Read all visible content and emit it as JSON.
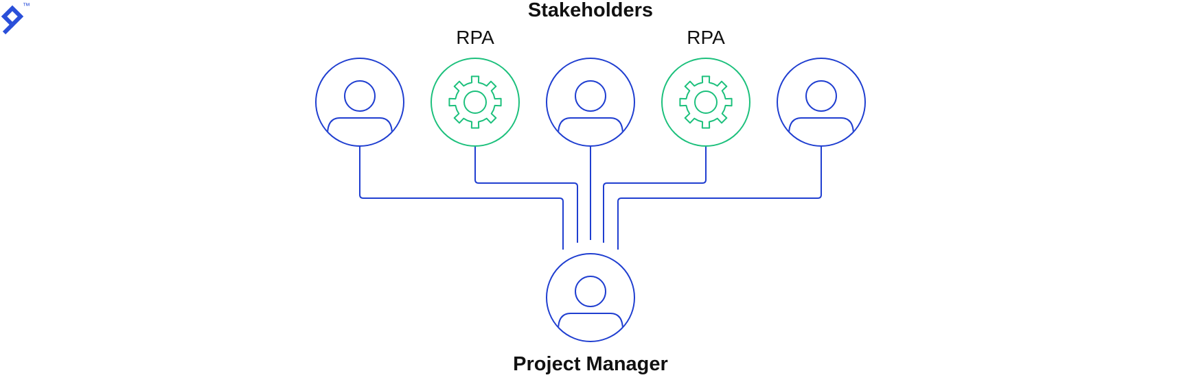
{
  "title": "Stakeholders",
  "bottom_label": "Project Manager",
  "logo": {
    "trademark": "™"
  },
  "colors": {
    "person": "#1f3ed0",
    "rpa": "#1cc07c",
    "text": "#111111",
    "logo": "#2a4fd9"
  },
  "stakeholders": [
    {
      "kind": "person",
      "label": "",
      "icon": "person-icon"
    },
    {
      "kind": "rpa",
      "label": "RPA",
      "icon": "gear-icon"
    },
    {
      "kind": "person",
      "label": "",
      "icon": "person-icon"
    },
    {
      "kind": "rpa",
      "label": "RPA",
      "icon": "gear-icon"
    },
    {
      "kind": "person",
      "label": "",
      "icon": "person-icon"
    }
  ],
  "manager": {
    "kind": "person",
    "icon": "person-icon"
  }
}
